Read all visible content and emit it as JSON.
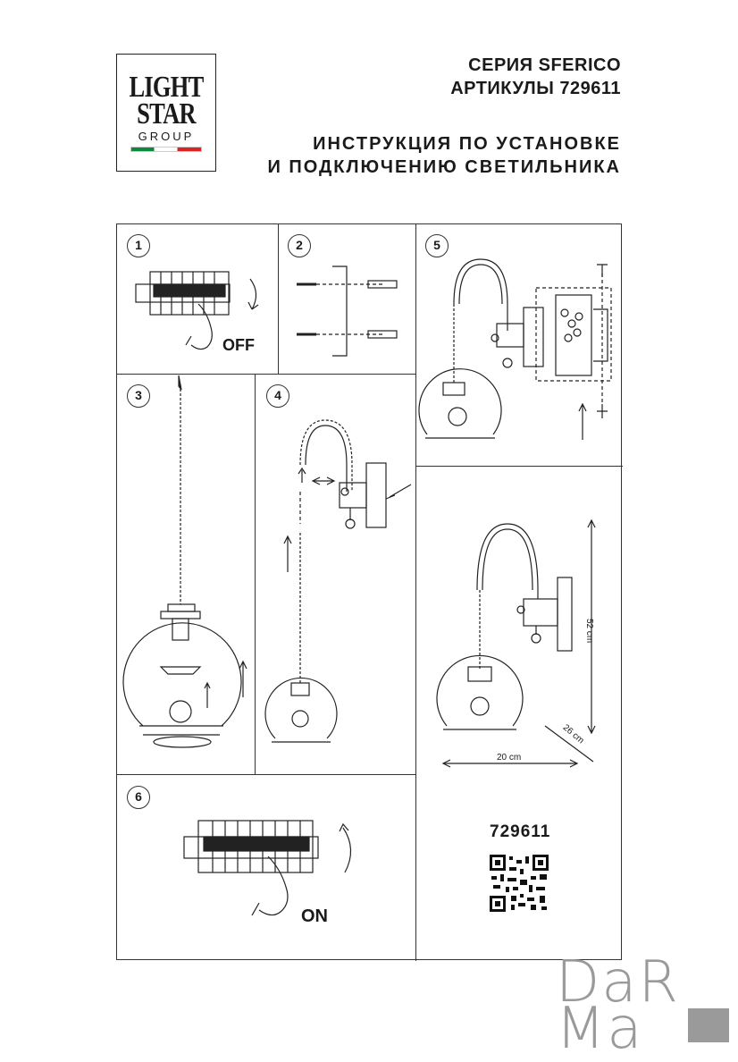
{
  "logo": {
    "line1": "LIGHT",
    "line2": "STAR",
    "line3": "GROUP"
  },
  "header": {
    "series": "СЕРИЯ SFERICO",
    "articles": "АРТИКУЛЫ 729611",
    "title_line1": "ИНСТРУКЦИЯ ПО УСТАНОВКЕ",
    "title_line2": "И ПОДКЛЮЧЕНИЮ СВЕТИЛЬНИКА"
  },
  "steps": [
    "1",
    "2",
    "3",
    "4",
    "5",
    "6"
  ],
  "labels": {
    "off": "OFF",
    "on": "ON"
  },
  "dimensions": {
    "height": "52 cm",
    "depth": "26 cm",
    "width": "20 cm"
  },
  "article_code": "729611",
  "watermark": {
    "line1": "DaR",
    "line2": "Ma"
  },
  "icons": [
    "qr-code-icon",
    "circuit-breaker-icon",
    "hand-icon",
    "rotate-arrow-icon"
  ]
}
